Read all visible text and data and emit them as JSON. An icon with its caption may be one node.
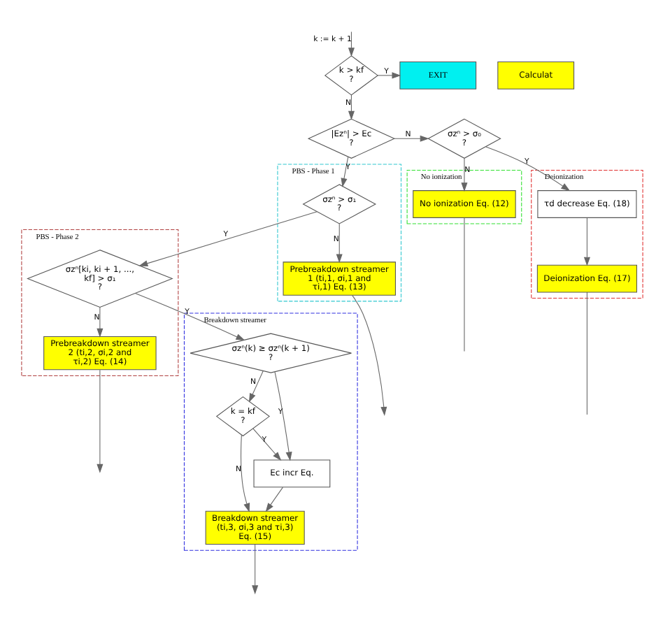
{
  "diagram": {
    "nodes": [
      {
        "text": [
          "k > kf",
          "?"
        ]
      },
      {
        "text": [
          "EXIT"
        ]
      },
      {
        "text": [
          "Calculat"
        ]
      },
      {
        "text": [
          "|Ezⁿ| > Ec",
          "?"
        ]
      },
      {
        "text": [
          "σzⁿ > σ₀",
          "?"
        ]
      },
      {
        "text": [
          "Deionization"
        ]
      },
      {
        "text": [
          "τd decrease Eq. (18)"
        ],
        "in": 5
      },
      {
        "text": [
          "Deionization Eq. (17)"
        ],
        "in": 5
      },
      {
        "text": [
          "No ionization"
        ]
      },
      {
        "text": [
          "No ionization Eq. (12)"
        ],
        "in": 8
      },
      {
        "text": [
          "PBS - Phase 1"
        ]
      },
      {
        "text": [
          "σzⁿ > σ₁",
          "?"
        ],
        "in": 10
      },
      {
        "text": [
          "Prebreakdown streamer 1 (ti,1, σi,1 and τi,1) Eq. (13)"
        ],
        "in": 10
      },
      {
        "text": [
          "PBS - Phase 2"
        ]
      },
      {
        "text": [
          "σzⁿ[ki, ki + 1, ..., kf] > σ₁",
          "?"
        ],
        "in": 13
      },
      {
        "text": [
          "Prebreakdown streamer 2 (ti,2, σi,2 and τi,2) Eq. (14)"
        ],
        "in": 13
      },
      {
        "text": [
          "Breakdown streamer"
        ]
      },
      {
        "text": [
          "σzⁿ(k) ≥ σzⁿ(k + 1)",
          "?"
        ],
        "in": 16
      },
      {
        "text": [
          "k = kf",
          "?"
        ],
        "in": 16
      },
      {
        "text": [
          "Ec incr Eq."
        ],
        "in": 16
      },
      {
        "text": [
          "Breakdown streamer (ti,3, σi,3 and τi,3) Eq. (15)"
        ],
        "in": 16
      }
    ],
    "edges": [
      {
        "from": null,
        "to": 0,
        "arrow": "to",
        "label": "k := k + 1"
      },
      {
        "from": 0,
        "to": 1,
        "arrow": "to",
        "label": "Y"
      },
      {
        "from": 0,
        "to": 3,
        "arrow": "to",
        "label": "N"
      },
      {
        "from": 3,
        "to": 4,
        "arrow": "to",
        "label": "N"
      },
      {
        "from": 3,
        "to": 11,
        "arrow": "to",
        "label": "Y"
      },
      {
        "from": 4,
        "to": 6,
        "arrow": "to",
        "label": "Y"
      },
      {
        "from": 4,
        "to": 9,
        "arrow": "to",
        "label": "N"
      },
      {
        "from": 6,
        "to": 7,
        "arrow": "to"
      },
      {
        "from": 7,
        "to": null,
        "arrow": "none"
      },
      {
        "from": 9,
        "to": null,
        "arrow": "none"
      },
      {
        "from": 11,
        "to": 14,
        "arrow": "to",
        "label": "Y"
      },
      {
        "from": 11,
        "to": 12,
        "arrow": "to",
        "label": "N"
      },
      {
        "from": 14,
        "to": 15,
        "arrow": "to",
        "label": "N"
      },
      {
        "from": 14,
        "to": 17,
        "arrow": "to",
        "label": "Y"
      },
      {
        "from": 17,
        "to": 19,
        "arrow": "to",
        "label": "Y"
      },
      {
        "from": 17,
        "to": 18,
        "arrow": "to",
        "label": "N"
      },
      {
        "from": 18,
        "to": 19,
        "arrow": "to",
        "label": "Y"
      },
      {
        "from": 18,
        "to": 20,
        "arrow": "to",
        "label": "N"
      },
      {
        "from": 19,
        "to": 20,
        "arrow": "to"
      },
      {
        "from": 12,
        "to": null,
        "arrow": "to"
      },
      {
        "from": 15,
        "to": null,
        "arrow": "to"
      },
      {
        "from": 20,
        "to": null,
        "arrow": "to"
      }
    ]
  }
}
